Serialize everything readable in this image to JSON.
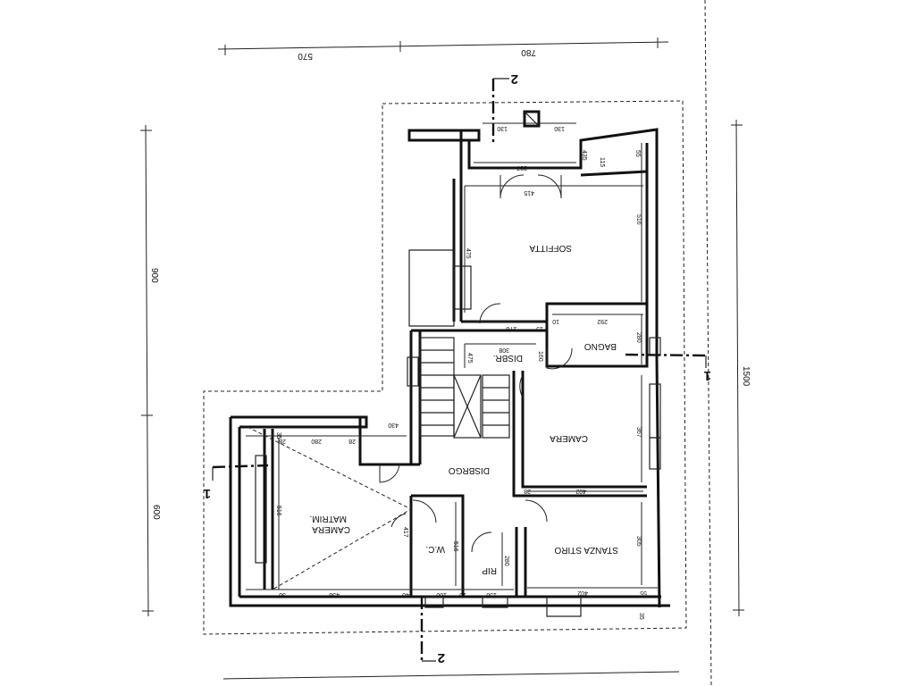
{
  "rooms": {
    "soffitta": "SOFFITTA",
    "bagno": "BAGNO",
    "disbr_upper": "DISBR.",
    "disbrgo": "DISBRGO",
    "camera": "CAMERA",
    "camera_matrim_line1": "CAMERA",
    "camera_matrim_line2": "MATRIM.",
    "wc": "W.C.",
    "rip": "RIP",
    "stanza_stiro": "STANZA STIRO"
  },
  "section_marks": {
    "s2_top": "2",
    "s2_bottom": "2",
    "s1_left": "1",
    "s1_right": "1"
  },
  "overall_dims": {
    "top_left": "570",
    "top_right": "780",
    "left_upper": "900",
    "left_lower": "600",
    "right_total": "1500"
  },
  "dims": {
    "top_130a": "130",
    "top_130b": "130",
    "soffitta_top": "387",
    "soffitta_415": "415",
    "top_435": "435",
    "soffitta_right": "516",
    "soffitta_475": "475",
    "bagno_292": "292",
    "bagno_280": "280",
    "bagno_10": "10",
    "disbr_278": "278",
    "disbr_308": "308",
    "disbr_15": "15",
    "disbr_475": "475",
    "disbr_160": "160",
    "camera_367": "367",
    "camera_402": "402",
    "camera_28": "28",
    "stiro_402": "402",
    "stiro_305": "305",
    "stiro_35": "35",
    "stiro_55": "55",
    "matrim_430": "430",
    "matrim_28a": "28",
    "matrim_280": "280",
    "matrim_28b": "28",
    "matrim_516": "516",
    "matrim_35": "35",
    "matrim_458": "458",
    "matrim_30": "30",
    "wc_417": "417",
    "wc_160": "160",
    "wc_516": "516",
    "rip_150": "150",
    "rip_280": "280",
    "bottom_40": "40",
    "bottom_10": "10",
    "top_55": "55",
    "top_115": "115"
  }
}
